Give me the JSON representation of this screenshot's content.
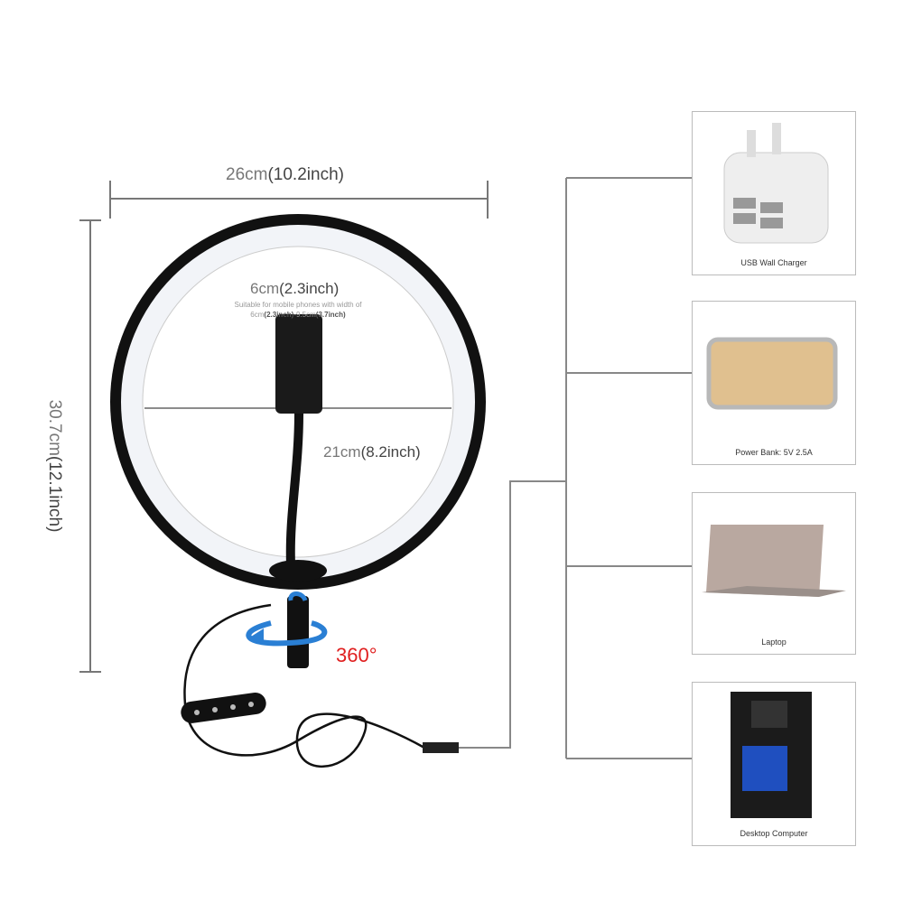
{
  "dimensions": {
    "width_cm": "26cm",
    "width_in": "(10.2inch)",
    "height_cm": "30.7cm",
    "height_in": "(12.1inch)",
    "clamp_cm": "6cm",
    "clamp_in": "(2.3inch)",
    "clamp_note_1": "Suitable for mobile phones with width of",
    "clamp_note_2a": "6cm",
    "clamp_note_2b": "(2.3inch)",
    "clamp_note_2c": "-9.5cm",
    "clamp_note_2d": "(3.7inch)",
    "inner_cm": "21cm",
    "inner_in": "(8.2inch)",
    "rotation": "360°"
  },
  "devices": [
    {
      "label": "USB Wall Charger",
      "icon": "usb-wall-charger"
    },
    {
      "label": "Power Bank: 5V 2.5A",
      "icon": "power-bank"
    },
    {
      "label": "Laptop",
      "icon": "laptop"
    },
    {
      "label": "Desktop Computer",
      "icon": "desktop-computer"
    }
  ],
  "colors": {
    "accent_red": "#e02020",
    "arrow_blue": "#2a7fd4",
    "line": "#888888"
  }
}
